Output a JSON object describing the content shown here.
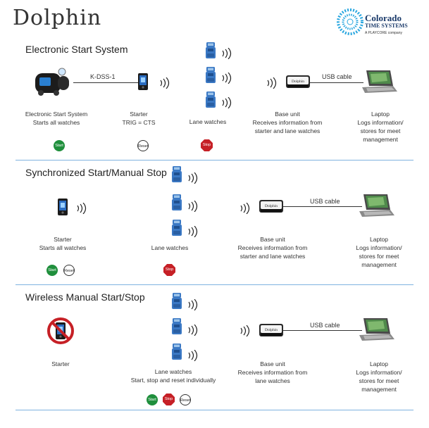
{
  "header": {
    "brand": "Dolphin",
    "partner_line1": "Colorado",
    "partner_line2": "TIME SYSTEMS",
    "partner_line3": "A PLAYCORE company"
  },
  "colors": {
    "rule": "#7fb2e0",
    "start": "#1f8f3c",
    "stop": "#c62026",
    "device_blue": "#3a78c4"
  },
  "sections": [
    {
      "title": "Electronic Start System",
      "cable_label": "K-DSS-1",
      "usb_label": "USB cable",
      "device_label1": "Electronic Start System",
      "device_label2": "Starts all watches",
      "starter_label1": "Starter",
      "starter_label2": "TRIG = CTS",
      "lane_label": "Lane watches",
      "base_label1": "Base unit",
      "base_label2": "Receives information from",
      "base_label3": "starter and lane watches",
      "laptop_label1": "Laptop",
      "laptop_label2": "Logs information/",
      "laptop_label3": "stores for meet",
      "laptop_label4": "management",
      "badges": [
        "Start",
        "Reset",
        "Stop"
      ]
    },
    {
      "title": "Synchronized Start/Manual Stop",
      "usb_label": "USB cable",
      "starter_label1": "Starter",
      "starter_label2": "Starts all watches",
      "lane_label": "Lane watches",
      "base_label1": "Base unit",
      "base_label2": "Receives information from",
      "base_label3": "starter and lane watches",
      "laptop_label1": "Laptop",
      "laptop_label2": "Logs information/",
      "laptop_label3": "stores for meet",
      "laptop_label4": "management",
      "badges": [
        "Start",
        "Reset",
        "Stop"
      ]
    },
    {
      "title": "Wireless Manual Start/Stop",
      "usb_label": "USB cable",
      "starter_label1": "Starter",
      "lane_label1": "Lane watches",
      "lane_label2": "Start, stop and reset individually",
      "base_label1": "Base unit",
      "base_label2": "Receives information from",
      "base_label3": "lane watches",
      "laptop_label1": "Laptop",
      "laptop_label2": "Logs information/",
      "laptop_label3": "stores for meet",
      "laptop_label4": "management",
      "badges": [
        "Start",
        "Stop",
        "Reset"
      ]
    }
  ],
  "base_unit_text": "Dolphin"
}
